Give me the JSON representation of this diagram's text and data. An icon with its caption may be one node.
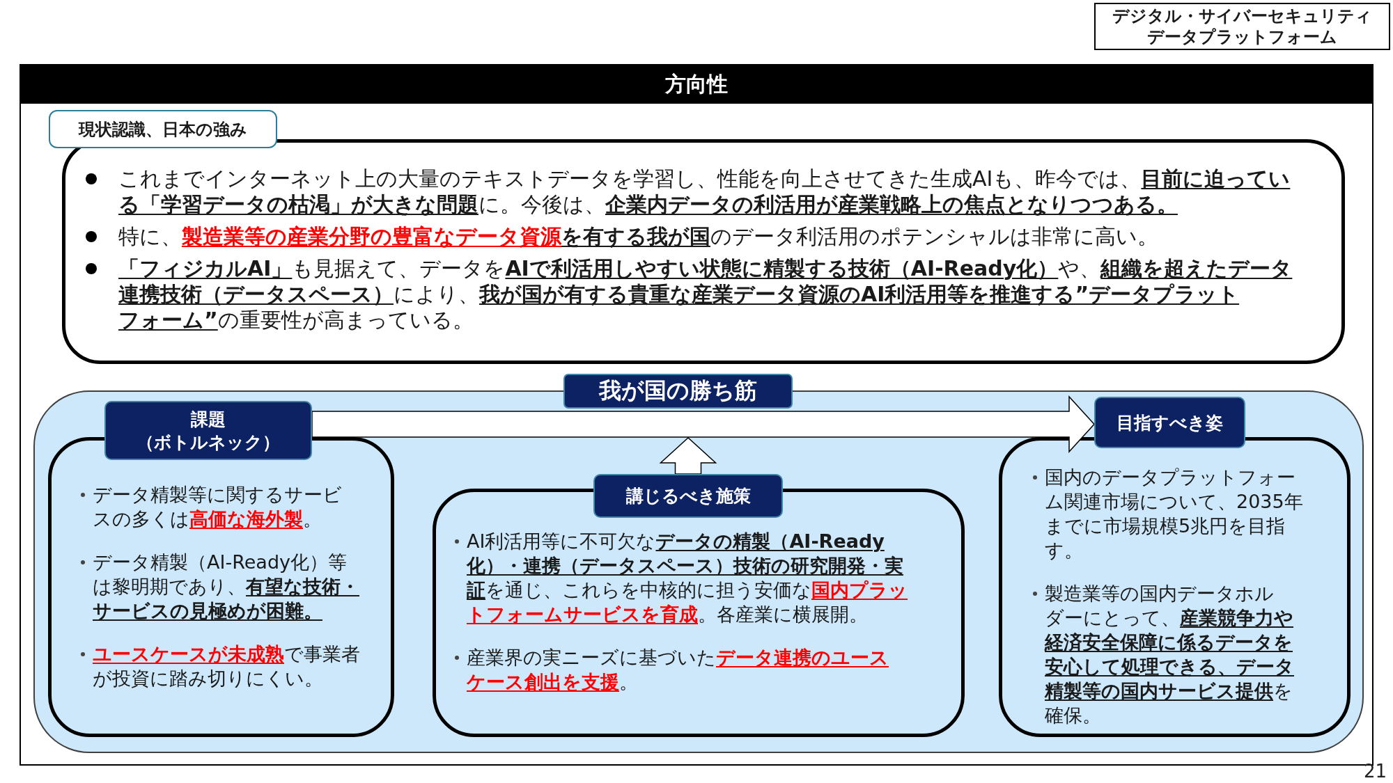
{
  "diagram": {
    "nodes": [
      {
        "text": [
          "デジタル・サイバーセキュリティデータプラットフォーム"
        ]
      },
      {
        "text": [
          "方向性"
        ]
      },
      {
        "text": [
          "現状認識、日本の強み"
        ],
        "in": 1
      },
      {
        "text": [
          "これまでインターネット上の大量のテキストデータを学習し、性能を向上させてきた生成AIも、昨今では、**目前に迫っている「学習データの枯渇」が大きな問題**に。今後は、**企業内データの利活用が産業戦略上の焦点となりつつある。**",
          "特に、**製造業等の産業分野の豊富なデータ資源****を有する我が国**のデータ利活用のポテンシャルは非常に高い。",
          "**「フィジカルAI」**も見据えて、データを**AIで利活用しやすい状態に精製する技術（AI-Ready化）**や、**組織を超えたデータ連携技術（データスペース）**により、**我が国が有する貴重な産業データ資源のAI利活用等を推進する”データプラットフォーム”**の重要性が高まっている。"
        ],
        "in": 1
      },
      {
        "text": [],
        "shape": "box",
        "in": 1
      },
      {
        "text": [
          "我が国の勝ち筋"
        ],
        "in": 1
      },
      {
        "text": [
          "課題（ボトルネック）"
        ],
        "in": 4
      },
      {
        "text": [
          "データ精製等に関するサービスの多くは**高価な海外製**。",
          "データ精製（AI-Ready化）等は黎明期であり、**有望な技術・サービスの見極めが困難。**",
          "**ユースケースが未成熟**で事業者が投資に踏み切りにくい。"
        ],
        "in": 4
      },
      {
        "text": [
          "講じるべき施策"
        ],
        "in": 4
      },
      {
        "text": [
          "AI利活用等に不可欠な**データの精製（AI-Ready化）・連携（データスペース）技術の研究開発・実証**を通じ、これらを中核的に担う安価な**国内プラットフォームサービスを育成**。各産業に横展開。",
          "産業界の実ニーズに基づいた**データ連携のユースケース創出を支援**。"
        ],
        "in": 4
      },
      {
        "text": [
          "目指すべき姿"
        ],
        "in": 4
      },
      {
        "text": [
          "国内のデータプラットフォーム関連市場について、2035年までに市場規模5兆円を目指す。",
          "製造業等の国内データホルダーにとって、**産業競争力や経済安全保障に係るデータを安心して処理できる、データ精製等の国内サービス提供**を確保。"
        ],
        "in": 4
      }
    ],
    "edges": [
      {
        "from": 6,
        "to": 10,
        "arrow": "to"
      },
      {
        "from": 8,
        "to": null,
        "arrow": "to"
      }
    ],
    "labels": [
      "21"
    ]
  }
}
